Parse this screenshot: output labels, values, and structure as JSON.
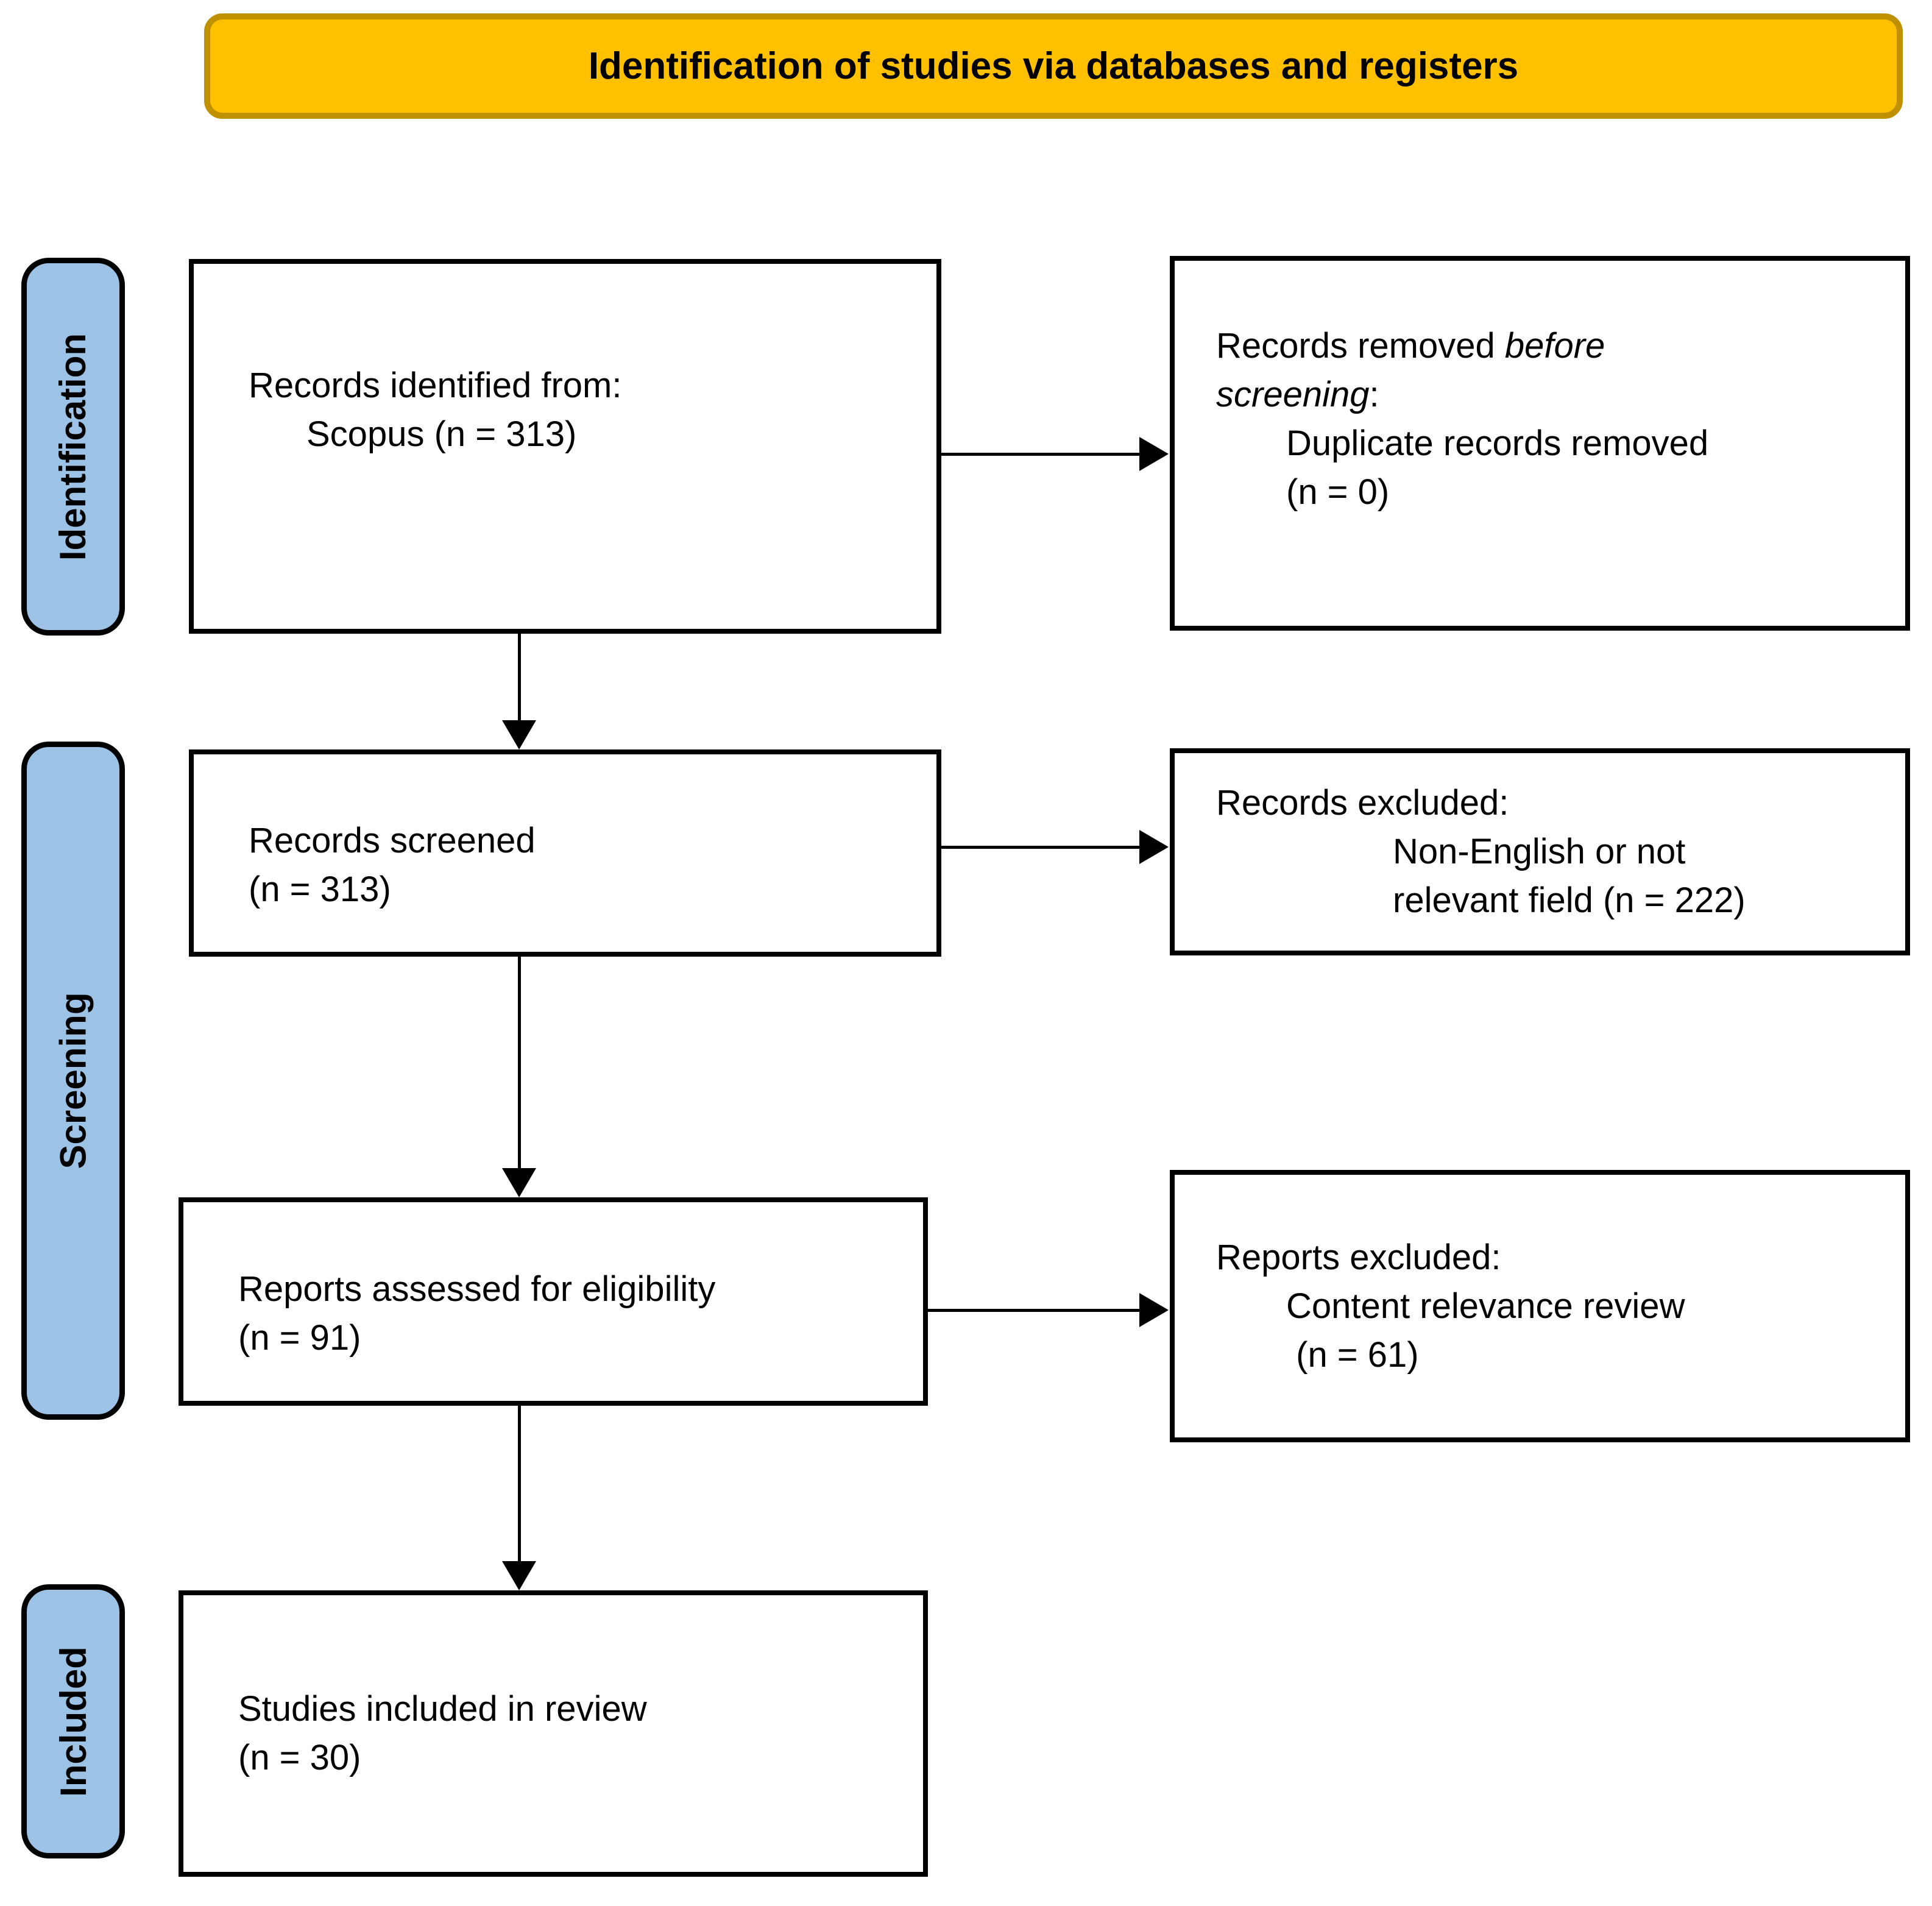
{
  "header": {
    "title": "Identification of studies via databases and registers"
  },
  "stages": {
    "identification": "Identification",
    "screening": "Screening",
    "included": "Included"
  },
  "boxes": {
    "records_identified": {
      "line1": "Records identified from:",
      "line2": "Scopus (n = 313)"
    },
    "records_removed": {
      "line1_pre": "Records removed ",
      "line1_italic": "before",
      "line2_italic": "screening",
      "line2_post": ":",
      "line3": "Duplicate records removed",
      "line4": "(n = 0)"
    },
    "records_screened": {
      "line1": "Records screened",
      "line2": "(n = 313)"
    },
    "records_excluded": {
      "line1": "Records excluded:",
      "line2": "Non-English or not",
      "line3": "relevant field (n = 222)"
    },
    "reports_assessed": {
      "line1": "Reports assessed for eligibility",
      "line2": "(n = 91)"
    },
    "reports_excluded": {
      "line1": "Reports excluded:",
      "line2": "Content relevance review",
      "line3": " (n = 61)"
    },
    "studies_included": {
      "line1": "Studies included in review",
      "line2": "(n = 30)"
    }
  },
  "colors": {
    "banner_fill": "#FFC000",
    "banner_border": "#BF9000",
    "stage_fill": "#9CC2E5",
    "stage_border": "#000000",
    "box_border": "#000000",
    "arrow": "#000000",
    "text": "#000000"
  }
}
